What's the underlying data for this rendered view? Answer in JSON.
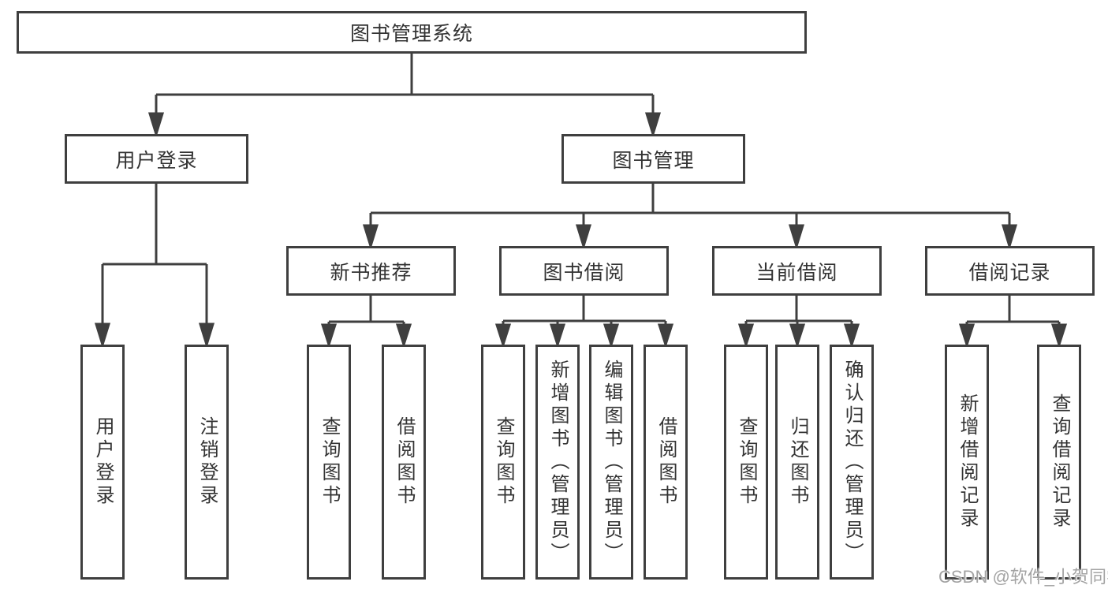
{
  "diagram_type": "tree",
  "colors": {
    "line": "#3f3f3f",
    "text": "#333333",
    "box_fill": "#ffffff",
    "watermark": "#a3a3a3"
  },
  "tree": {
    "root": {
      "label": "图书管理系统"
    },
    "branches": [
      {
        "label": "用户登录",
        "children": [
          {
            "label": "用户登录"
          },
          {
            "label": "注销登录"
          }
        ]
      },
      {
        "label": "图书管理",
        "sections": [
          {
            "label": "新书推荐",
            "children": [
              {
                "label": "查询图书"
              },
              {
                "label": "借阅图书"
              }
            ]
          },
          {
            "label": "图书借阅",
            "children": [
              {
                "label": "查询图书"
              },
              {
                "label": "新增图书（管理员）"
              },
              {
                "label": "编辑图书（管理员）"
              },
              {
                "label": "借阅图书"
              }
            ]
          },
          {
            "label": "当前借阅",
            "children": [
              {
                "label": "查询图书"
              },
              {
                "label": "归还图书"
              },
              {
                "label": "确认归还（管理员）"
              }
            ]
          },
          {
            "label": "借阅记录",
            "children": [
              {
                "label": "新增借阅记录"
              },
              {
                "label": "查询借阅记录"
              }
            ]
          }
        ]
      }
    ]
  },
  "watermark": "CSDN @软件_小贺同学"
}
